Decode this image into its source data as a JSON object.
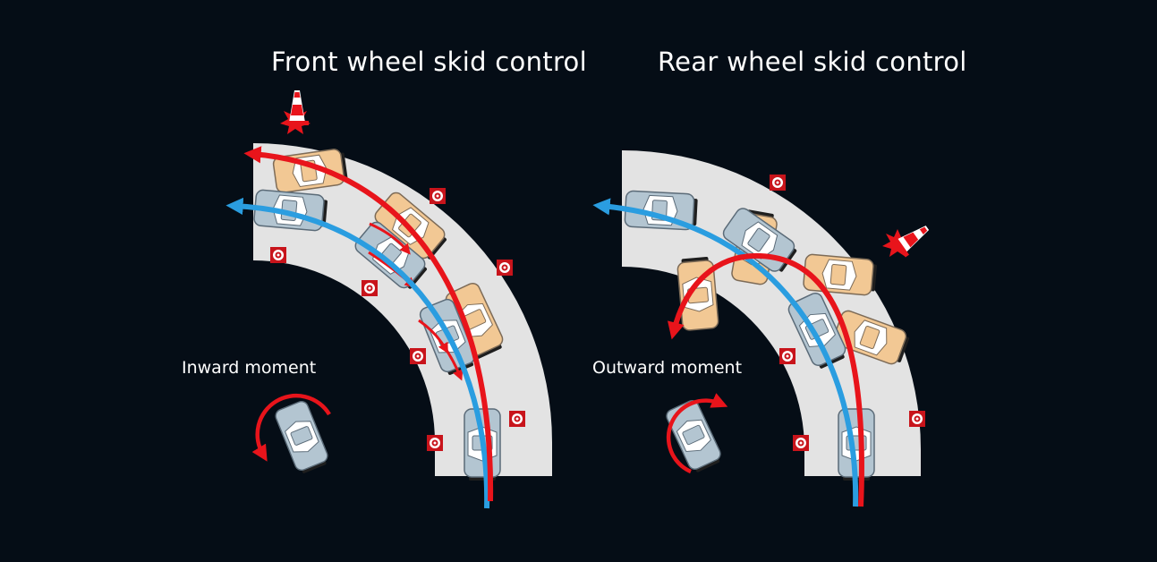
{
  "panels": {
    "front": {
      "title": "Front wheel skid control",
      "moment_label": "Inward moment"
    },
    "rear": {
      "title": "Rear wheel skid control",
      "moment_label": "Outward moment"
    }
  },
  "colors": {
    "background": "#050d16",
    "road": "#e3e3e3",
    "skid_path": "#e8141b",
    "controlled_path": "#2a9de0",
    "skidding_car": "#f2c894",
    "controlled_car": "#b3c5d1",
    "marker": "#c8141b"
  },
  "icons": [
    "traffic-cone-icon",
    "impact-burst-icon",
    "marker-icon",
    "car-icon",
    "rotation-arrow-icon"
  ]
}
